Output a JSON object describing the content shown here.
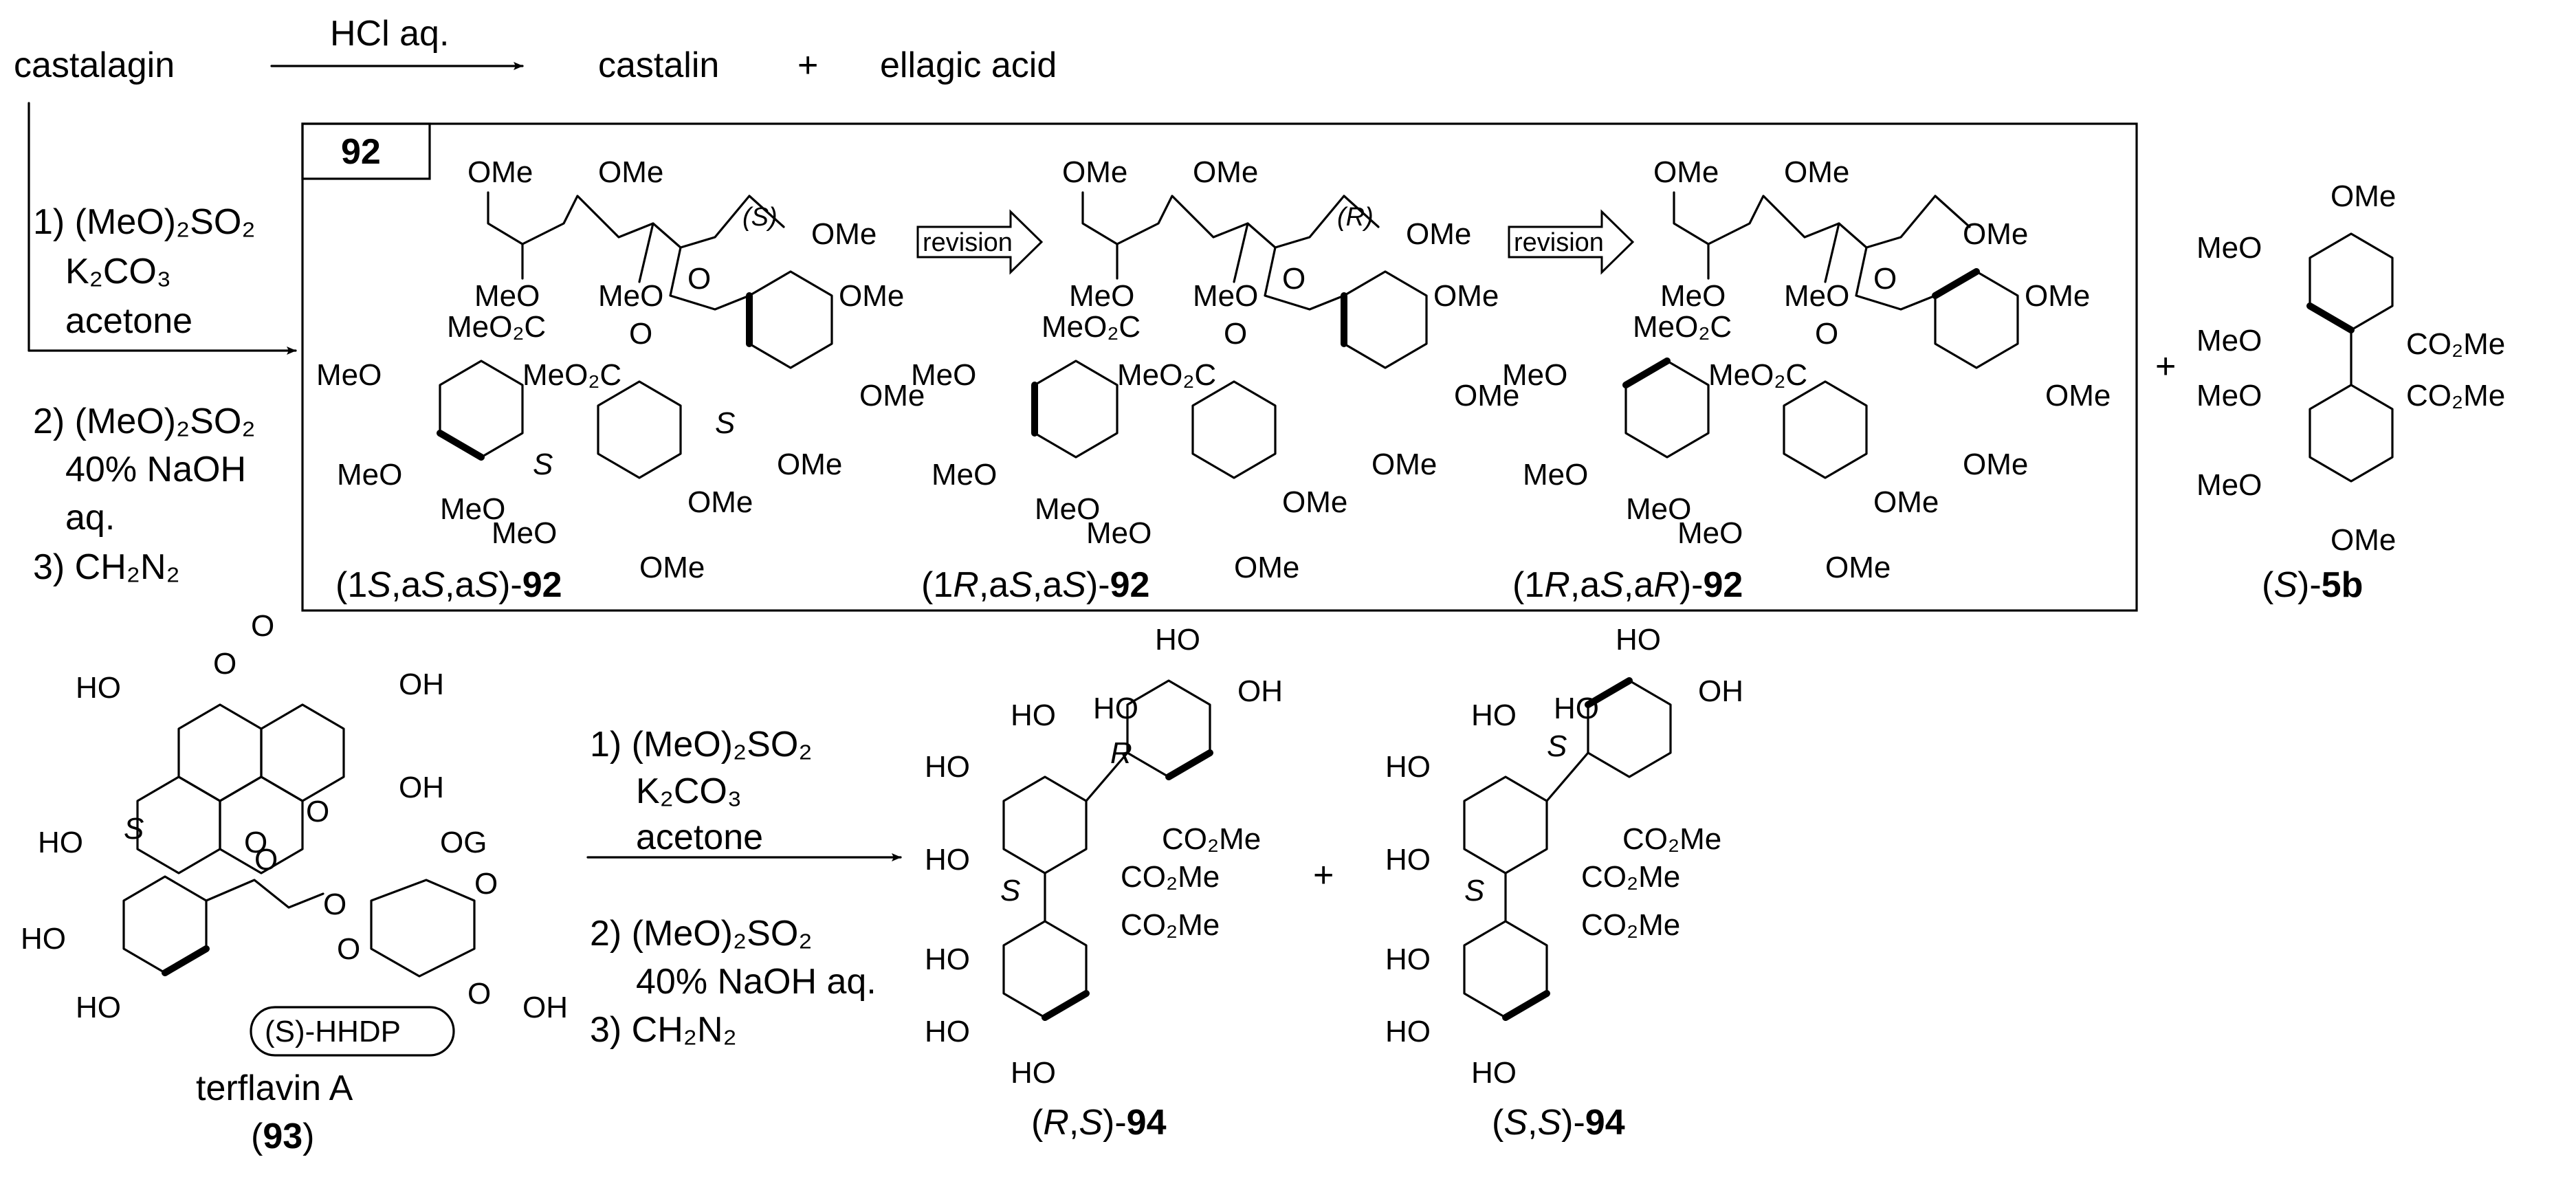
{
  "top": {
    "start": "castalagin",
    "reagent": "HCl aq.",
    "product1": "castalin",
    "plus": "+",
    "product2": "ellagic acid"
  },
  "cond_left": {
    "l1": "1) (MeO)₂SO₂",
    "l2": "K₂CO₃",
    "l3": "acetone",
    "l4": "2) (MeO)₂SO₂",
    "l5": "40% NaOH",
    "l6": "aq.",
    "l7": "3) CH₂N₂"
  },
  "box": {
    "tag": "92",
    "revision": "revision",
    "comp1": {
      "pre": "(1",
      "c1": "S",
      "m1": ",a",
      "c2": "S",
      "m2": ",a",
      "c3": "S",
      "m3": ")-",
      "num": "92"
    },
    "comp2": {
      "pre": "(1",
      "c1": "R",
      "m1": ",a",
      "c2": "S",
      "m2": ",a",
      "c3": "S",
      "m3": ")-",
      "num": "92"
    },
    "comp3": {
      "pre": "(1",
      "c1": "R",
      "m1": ",a",
      "c2": "S",
      "m2": ",a",
      "c3": "R",
      "m3": ")-",
      "num": "92"
    },
    "stereo_S": "(S)",
    "stereo_R": "(R)"
  },
  "atoms": {
    "OMe": "OMe",
    "MeO": "MeO",
    "MeO2C": "MeO₂C",
    "CO2Me": "CO₂Me",
    "O": "O",
    "OH": "OH",
    "HO": "HO",
    "OG": "OG",
    "S": "S",
    "R": "R"
  },
  "biphenyl": {
    "plus": "+",
    "pre": "(",
    "c": "S",
    "post": ")-",
    "num": "5b"
  },
  "terflavin": {
    "name": "terflavin A",
    "num_open": "(",
    "num": "93",
    "num_close": ")",
    "hhdp": "(S)-HHDP"
  },
  "cond_bottom": {
    "l1": "1) (MeO)₂SO₂",
    "l2": "K₂CO₃",
    "l3": "acetone",
    "l4": "2) (MeO)₂SO₂",
    "l5": "40% NaOH aq.",
    "l6": "3) CH₂N₂"
  },
  "prod94": {
    "a": {
      "pre": "(",
      "c1": "R",
      "m": ",",
      "c2": "S",
      "post": ")-",
      "num": "94"
    },
    "plus": "+",
    "b": {
      "pre": "(",
      "c1": "S",
      "m": ",",
      "c2": "S",
      "post": ")-",
      "num": "94"
    }
  }
}
